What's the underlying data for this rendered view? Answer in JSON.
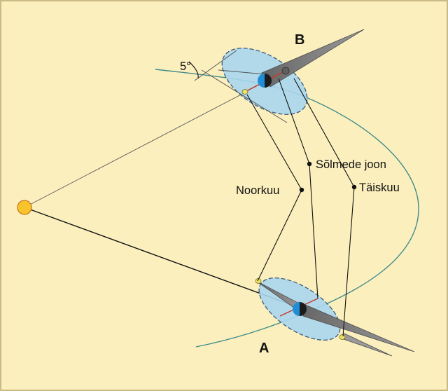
{
  "labels": {
    "position_b": "B",
    "position_a": "A",
    "inclination": "5°",
    "line_of_nodes": "Sõlmede joon",
    "new_moon": "Noorkuu",
    "full_moon": "Täiskuu"
  },
  "colors": {
    "background": "#fbefbd",
    "orbit": "#3f8c8c",
    "moon_orbit_plane": "#a9d6ee",
    "shadow_cone": "#7d7d7d",
    "sun": "#f7c52b",
    "node_line": "#c0392b",
    "earth_day": "#1e8fd6",
    "earth_night": "#1b1b1b",
    "moon": "#ece36a"
  },
  "icons": [
    "sun-icon",
    "earth-icon",
    "moon-icon"
  ]
}
